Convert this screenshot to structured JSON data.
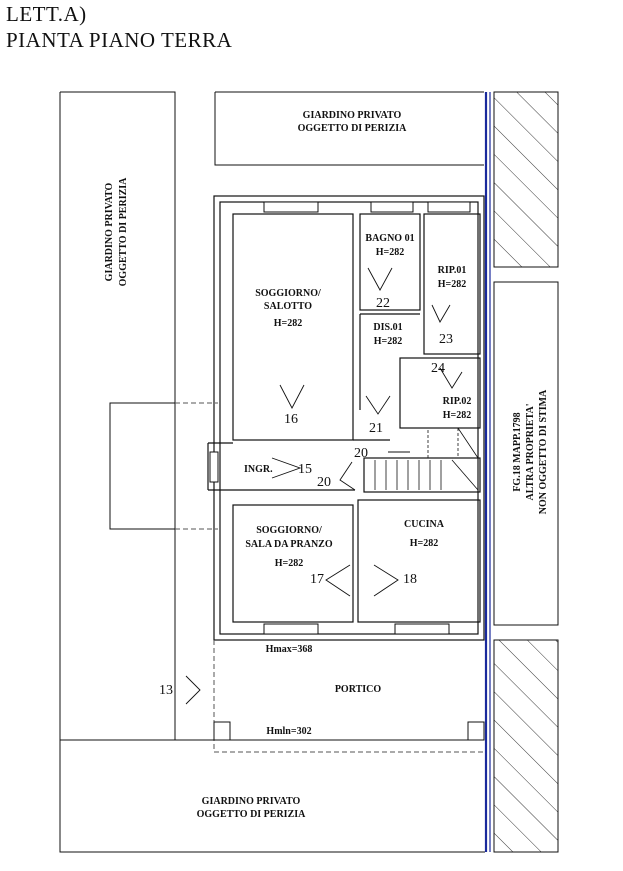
{
  "header": {
    "line1": "LETT.A)",
    "line2": "PIANTA PIANO TERRA"
  },
  "areas": {
    "garden_top": [
      "GIARDINO PRIVATO",
      "OGGETTO DI PERIZIA"
    ],
    "garden_left": [
      "GIARDINO PRIVATO",
      "OGGETTO DI PERIZIA"
    ],
    "garden_bottom": [
      "GIARDINO PRIVATO",
      "OGGETTO DI PERIZIA"
    ],
    "neighbor": [
      "FG.18 MAPP.1798",
      "ALTRA PROPRIETA'",
      "NON OGGETTO DI STIMA"
    ]
  },
  "rooms": {
    "soggiorno": [
      "SOGGIORNO/",
      "SALOTTO",
      "H=282"
    ],
    "bagno": [
      "BAGNO 01",
      "H=282"
    ],
    "rip01": [
      "RIP.01",
      "H=282"
    ],
    "dis01": [
      "DIS.01",
      "H=282"
    ],
    "rip02": [
      "RIP.02",
      "H=282"
    ],
    "ingr": "INGR.",
    "sala": [
      "SOGGIORNO/",
      "SALA DA PRANZO",
      "H=282"
    ],
    "cucina": [
      "CUCINA",
      "H=282"
    ],
    "portico": "PORTICO",
    "hmax": "Hmax=368",
    "hmin": "Hmln=302"
  },
  "views": [
    "13",
    "15",
    "16",
    "17",
    "18",
    "20",
    "20",
    "21",
    "22",
    "23",
    "24"
  ],
  "colors": {
    "line": "#111111",
    "boundary": "#1a2a9c"
  }
}
